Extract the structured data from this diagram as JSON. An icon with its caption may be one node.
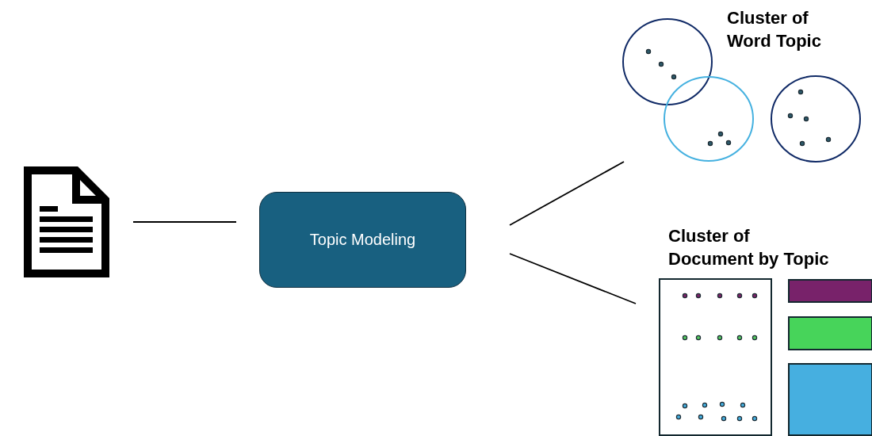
{
  "diagram": {
    "nodes": [
      {
        "text": [],
        "shape": "document"
      },
      {
        "text": [
          "Topic Modeling"
        ]
      },
      {
        "text": [
          "Cluster of Word Topic"
        ]
      },
      {
        "text": [
          "Cluster of Document by Topic"
        ]
      }
    ],
    "edges": [
      {
        "from": 0,
        "to": 1,
        "arrow": "none"
      },
      {
        "from": 1,
        "to": 2,
        "arrow": "none"
      },
      {
        "from": 1,
        "to": 3,
        "arrow": "none"
      }
    ]
  }
}
